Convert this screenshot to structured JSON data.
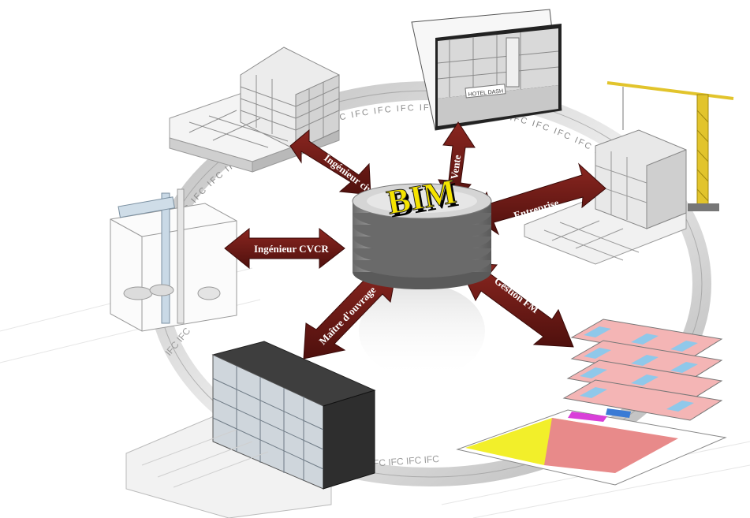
{
  "center": {
    "label": "BIM"
  },
  "ring": {
    "label": "IFC"
  },
  "arrows": [
    {
      "id": "ingenieur-civil",
      "label": "Ingénieur civil"
    },
    {
      "id": "vente",
      "label": "Vente"
    },
    {
      "id": "entreprise",
      "label": "Entreprise"
    },
    {
      "id": "ingenieur-cvcr",
      "label": "Ingénieur CVCR"
    },
    {
      "id": "maitre-ouvrage",
      "label": "Maître d'ouvrage"
    },
    {
      "id": "gestion-fm",
      "label": "Gestion FM"
    }
  ],
  "panels": {
    "hotel_sign": "HOTEL DASH"
  },
  "colors": {
    "arrow": "#6e1a16",
    "arrow_dark": "#4a0f0c",
    "bim_text": "#f5e400",
    "ring": "#d6d6d6",
    "crane": "#e2c42c"
  }
}
